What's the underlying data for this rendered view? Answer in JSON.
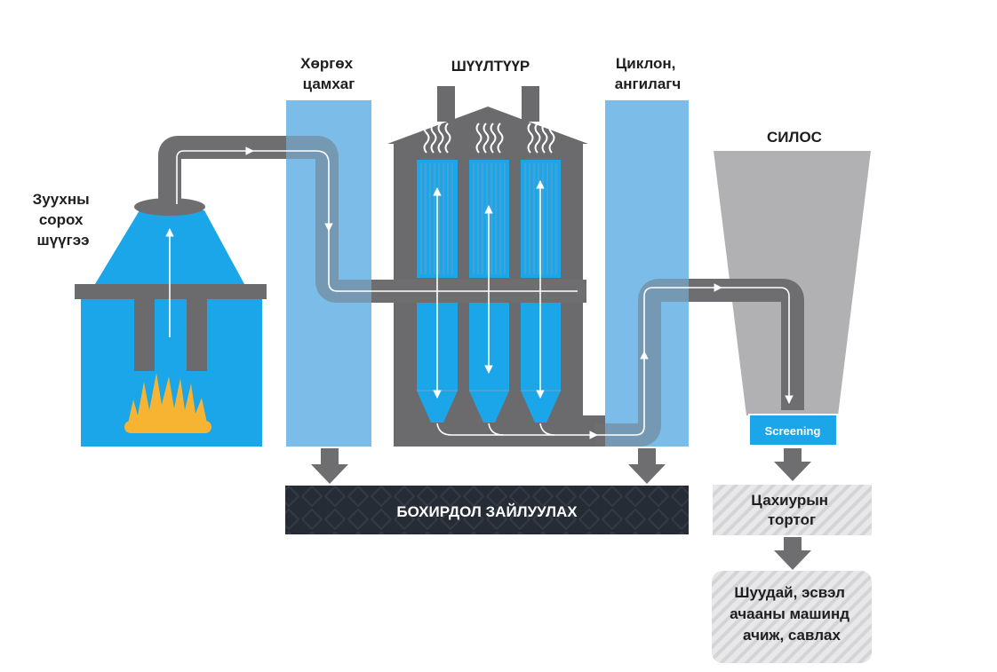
{
  "labels": {
    "furnace_hood": [
      "Зуухны",
      "сорох",
      "шүүгээ"
    ],
    "cooling_tower": [
      "Хөргөх",
      "цамхаг"
    ],
    "filter": "ШҮҮЛТҮҮР",
    "cyclone": [
      "Циклон,",
      "ангилагч"
    ],
    "silo": "СИЛОС",
    "screening": "Screening",
    "waste_disposal": "БОХИРДОЛ ЗАЙЛУУЛАХ",
    "silica_fume": [
      "Цахиурын",
      "тортог"
    ],
    "transport": [
      "Шуудай, эсвэл",
      "ачааны машинд",
      "ачиж, савлах"
    ]
  },
  "colors": {
    "blue": "#1aa6e8",
    "light_blue": "#7bbde8",
    "pipe": "#6e6e70",
    "building": "#6b6b6d",
    "silo": "#b1b1b4",
    "dark_band": "#262c36",
    "flame": "#f7b433"
  }
}
